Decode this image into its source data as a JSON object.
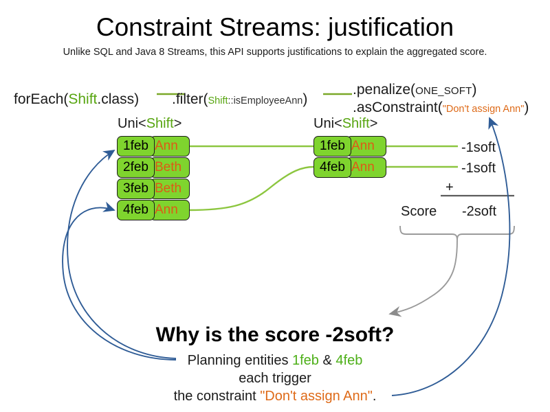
{
  "slide": {
    "title": "Constraint Streams: justification",
    "subtitle": "Unlike SQL and Java 8 Streams, this API supports justifications to explain the aggregated score."
  },
  "colors": {
    "accent_green": "#7fd42e",
    "type_green": "#57a510",
    "string_orange": "#de6a18",
    "entity_orange": "#dd5a16",
    "arrow_blue": "#2f5c96",
    "arrow_gray": "#8c8c8c",
    "connector_green": "#8cc63f",
    "text_black": "#1a1a1a"
  },
  "pipeline": {
    "foreach": {
      "prefix": "forEach(",
      "type": "Shift",
      "suffix": ".class)"
    },
    "filter": {
      "prefix": ".filter(",
      "type": "Shift",
      "method": "::isEmployeeAnn",
      "suffix": ")"
    },
    "penalize": {
      "prefix": ".penalize(",
      "arg": "ONE_SOFT",
      "suffix": ")"
    },
    "as_constraint": {
      "prefix": ".asConstraint(",
      "arg": "\"Don't assign Ann\"",
      "suffix": ")"
    }
  },
  "streams": {
    "left": {
      "caption_prefix": "Uni<",
      "caption_type": "Shift",
      "caption_suffix": ">",
      "rows": [
        {
          "date": "1feb",
          "employee": "Ann"
        },
        {
          "date": "2feb",
          "employee": "Beth"
        },
        {
          "date": "3feb",
          "employee": "Beth"
        },
        {
          "date": "4feb",
          "employee": "Ann"
        }
      ]
    },
    "right": {
      "caption_prefix": "Uni<",
      "caption_type": "Shift",
      "caption_suffix": ">",
      "rows": [
        {
          "date": "1feb",
          "employee": "Ann"
        },
        {
          "date": "4feb",
          "employee": "Ann"
        }
      ]
    }
  },
  "score": {
    "impacts": [
      "-1soft",
      "-1soft"
    ],
    "operator": "+",
    "label": "Score",
    "total": "-2soft"
  },
  "explanation": {
    "heading": "Why is the score -2soft?",
    "line1_prefix": "Planning entities ",
    "line1_entity_a": "1feb",
    "line1_amp": " & ",
    "line1_entity_b": "4feb",
    "line2": "each trigger",
    "line3_prefix": "the constraint ",
    "line3_constraint": "\"Don't assign Ann\"",
    "line3_suffix": "."
  }
}
